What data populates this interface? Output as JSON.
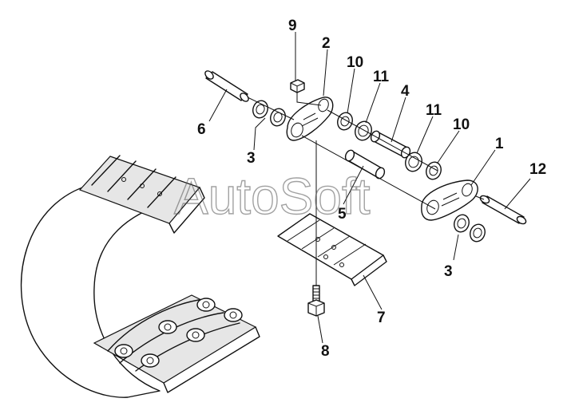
{
  "watermark": {
    "text": "AutoSoft"
  },
  "callouts": [
    {
      "id": "part-9",
      "label": "9"
    },
    {
      "id": "part-2",
      "label": "2"
    },
    {
      "id": "part-10a",
      "label": "10"
    },
    {
      "id": "part-11a",
      "label": "11"
    },
    {
      "id": "part-4",
      "label": "4"
    },
    {
      "id": "part-11b",
      "label": "11"
    },
    {
      "id": "part-10b",
      "label": "10"
    },
    {
      "id": "part-1",
      "label": "1"
    },
    {
      "id": "part-12",
      "label": "12"
    },
    {
      "id": "part-6",
      "label": "6"
    },
    {
      "id": "part-3a",
      "label": "3"
    },
    {
      "id": "part-5",
      "label": "5"
    },
    {
      "id": "part-3b",
      "label": "3"
    },
    {
      "id": "part-7",
      "label": "7"
    },
    {
      "id": "part-8",
      "label": "8"
    }
  ]
}
